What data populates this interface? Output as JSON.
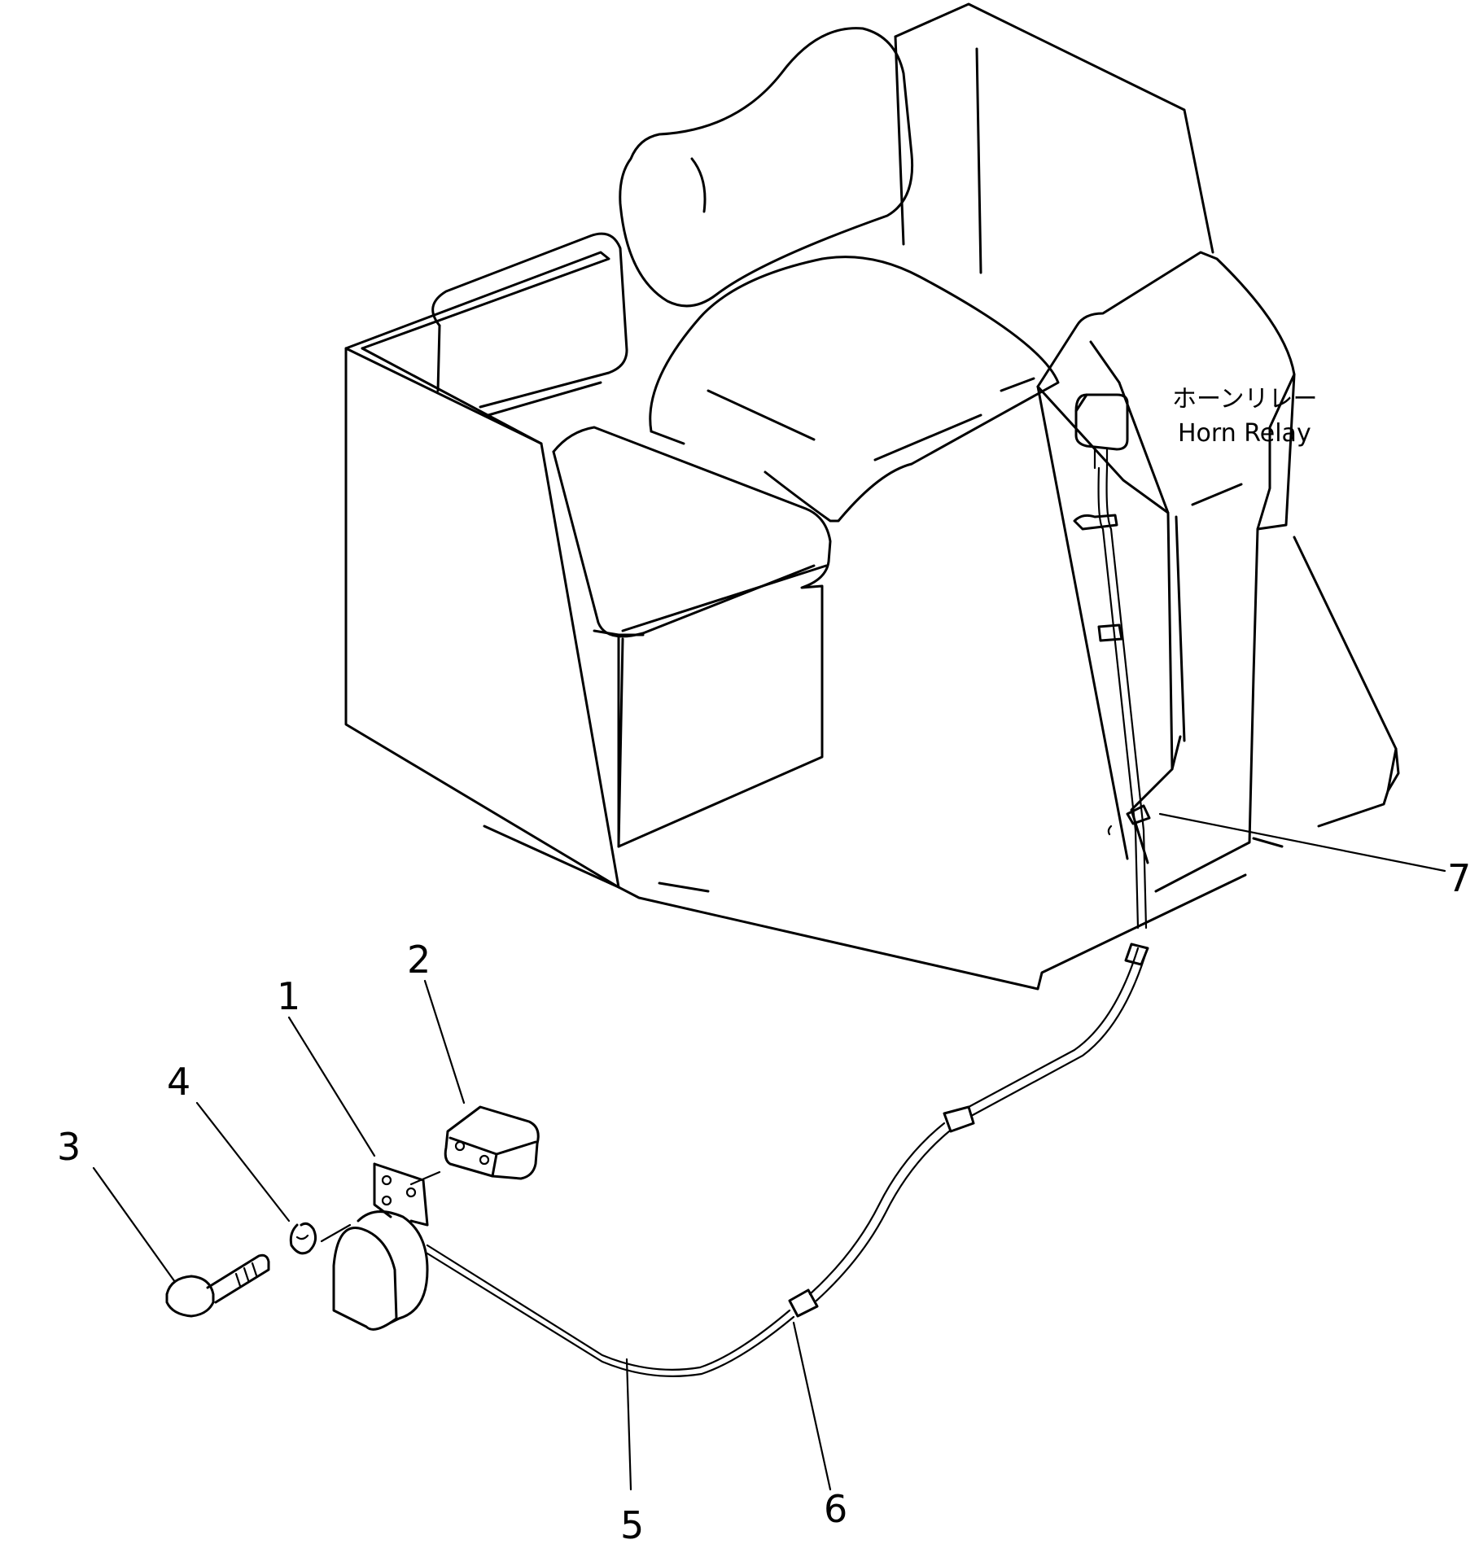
{
  "callout_labels": {
    "part_1": "1",
    "part_2": "2",
    "part_3": "3",
    "part_4": "4",
    "part_5": "5",
    "part_6": "6",
    "part_7": "7"
  },
  "horn_relay": {
    "label_ja": "ホーンリレー",
    "label_en": "Horn Relay"
  }
}
